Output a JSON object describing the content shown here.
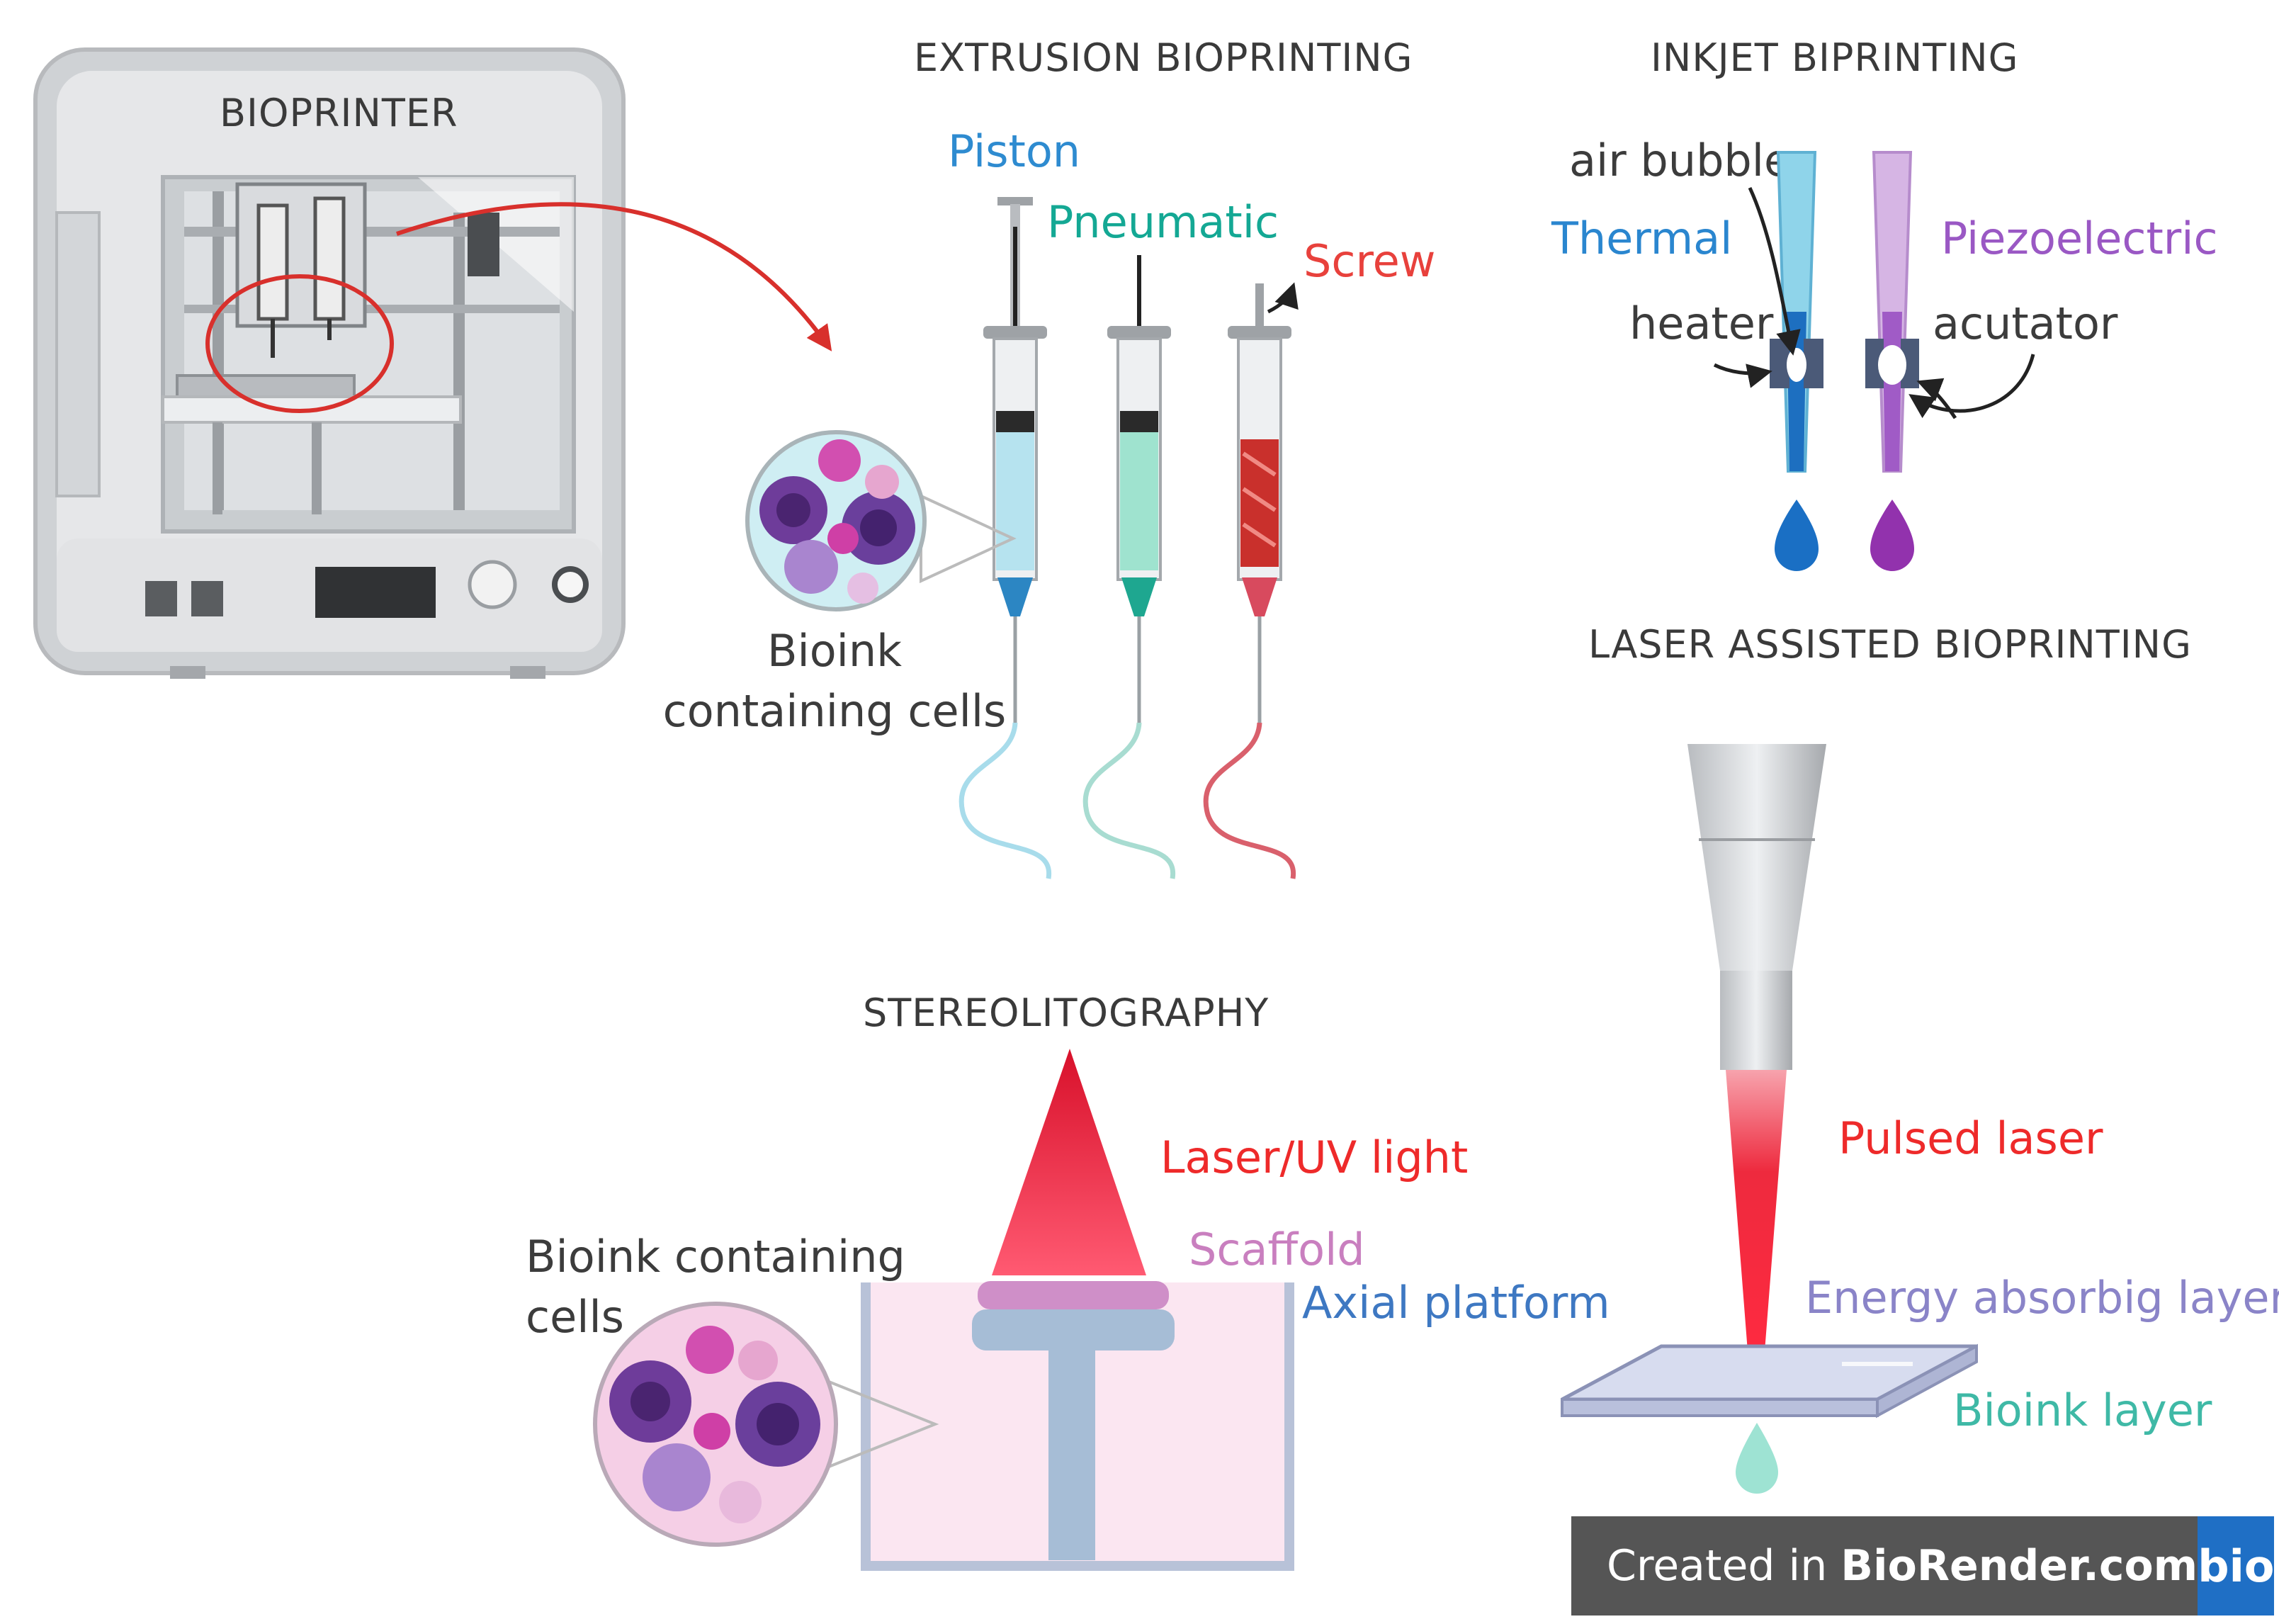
{
  "bioprinter": {
    "title": "BIOPRINTER"
  },
  "extrusion": {
    "title": "EXTRUSION BIOPRINTING",
    "piston": "Piston",
    "pneumatic": "Pneumatic",
    "screw": "Screw",
    "bioink_line1": "Bioink",
    "bioink_line2": "containing cells"
  },
  "inkjet": {
    "title": "INKJET BIPRINTING",
    "air_bubble": "air bubble",
    "thermal": "Thermal",
    "piezoelectric": "Piezoelectric",
    "heater": "heater",
    "actuator": "acutator"
  },
  "laser": {
    "title": "LASER ASSISTED BIOPRINTING",
    "pulsed_laser": "Pulsed laser",
    "energy_layer": "Energy absorbig layer",
    "bioink_layer": "Bioink layer"
  },
  "stereo": {
    "title": "STEREOLITOGRAPHY",
    "laser_uv": "Laser/UV light",
    "scaffold": "Scaffold",
    "axial_platform": "Axial platform",
    "bioink_line1": "Bioink containing",
    "bioink_line2": "cells"
  },
  "branding": {
    "created_in": "Created in ",
    "brand": "BioRender.com",
    "logo": "bio"
  },
  "colors": {
    "piston_blue": "#2e8bd0",
    "pneumatic_teal": "#14a894",
    "screw_red": "#e8413c",
    "thermal_blue": "#2a86cf",
    "piezo_purple": "#9a58c4",
    "laser_red": "#ee2a2a",
    "scaffold_pink": "#c97fbf",
    "axial_blue": "#3e78c2",
    "energy_purple": "#8a84c8",
    "bioink_teal": "#3fb9a6"
  }
}
